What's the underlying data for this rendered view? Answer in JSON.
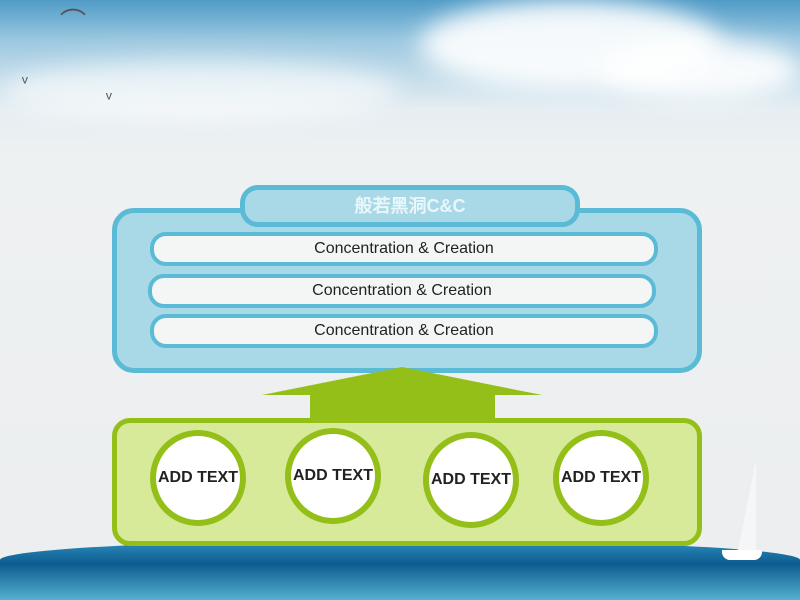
{
  "header": {
    "title": "般若黑洞C&C"
  },
  "rows": [
    "Concentration & Creation",
    "Concentration & Creation",
    "Concentration & Creation"
  ],
  "circles": [
    "ADD TEXT",
    "ADD TEXT",
    "ADD TEXT",
    "ADD TEXT"
  ],
  "colors": {
    "blue": "#5bbad6",
    "green": "#93bf18"
  }
}
